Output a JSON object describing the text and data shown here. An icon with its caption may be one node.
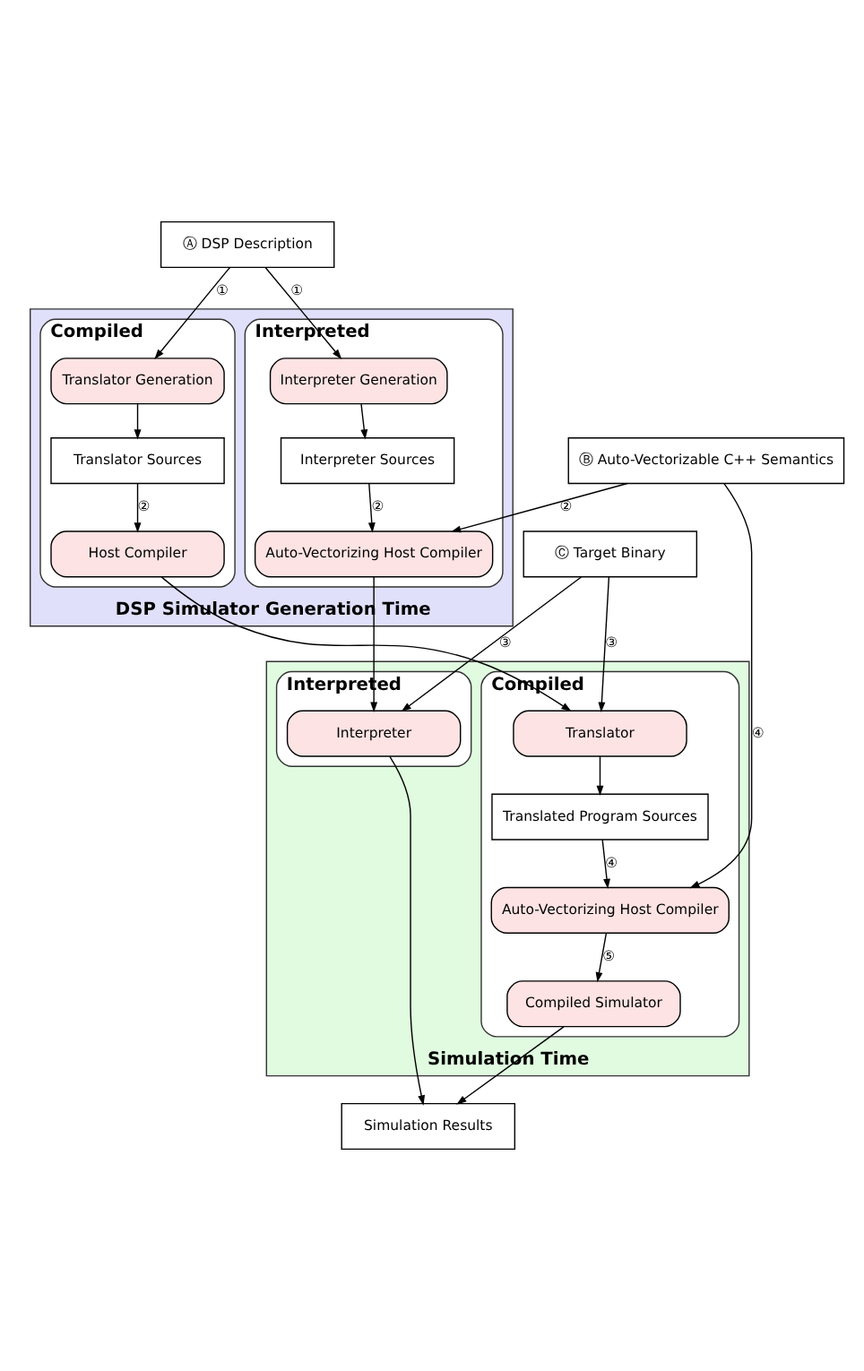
{
  "diagram": {
    "nodes": [
      {
        "text": [
          "Ⓑ Auto-Vectorizable C++ Semantics"
        ]
      },
      {
        "text": [
          "Ⓐ DSP Description"
        ]
      },
      {
        "text": [
          "DSP Simulator Generation Time"
        ]
      },
      {
        "text": [
          "Compiled"
        ],
        "in": 2
      },
      {
        "text": [
          "Translator Generation"
        ],
        "in": 3
      },
      {
        "text": [
          "Translator Sources"
        ],
        "in": 3
      },
      {
        "text": [
          "Host Compiler"
        ],
        "in": 3
      },
      {
        "text": [
          "Interpreted"
        ],
        "in": 2
      },
      {
        "text": [
          "Interpreter Generation"
        ],
        "in": 7
      },
      {
        "text": [
          "Interpreter Sources"
        ],
        "in": 7
      },
      {
        "text": [
          "Auto-Vectorizing Host Compiler"
        ],
        "in": 7
      },
      {
        "text": [
          "Ⓒ Target Binary"
        ]
      },
      {
        "text": [
          "Simulation Time"
        ]
      },
      {
        "text": [
          "Compiled"
        ],
        "in": 12
      },
      {
        "text": [
          "Translator"
        ],
        "in": 13
      },
      {
        "text": [
          "Translated Program Sources"
        ],
        "in": 13
      },
      {
        "text": [
          "Auto-Vectorizing Host Compiler"
        ],
        "in": 13
      },
      {
        "text": [
          "Compiled Simulator"
        ],
        "in": 13
      },
      {
        "text": [
          "Interpreted"
        ],
        "in": 12
      },
      {
        "text": [
          "Interpreter"
        ],
        "in": 18
      },
      {
        "text": [
          "Simulation Results"
        ]
      }
    ],
    "edges": [
      {
        "from": 1,
        "to": 4,
        "arrow": "to",
        "label": "①"
      },
      {
        "from": 1,
        "to": 8,
        "arrow": "to",
        "label": "①"
      },
      {
        "from": 4,
        "to": 5,
        "arrow": "to"
      },
      {
        "from": 5,
        "to": 6,
        "arrow": "to",
        "label": "②"
      },
      {
        "from": 0,
        "to": 10,
        "arrow": "to",
        "label": "②"
      },
      {
        "from": 8,
        "to": 9,
        "arrow": "to"
      },
      {
        "from": 9,
        "to": 10,
        "arrow": "to",
        "label": "②"
      },
      {
        "from": 6,
        "to": 14,
        "arrow": "to"
      },
      {
        "from": 10,
        "to": 19,
        "arrow": "to"
      },
      {
        "from": 11,
        "to": 14,
        "arrow": "to",
        "label": "③"
      },
      {
        "from": 11,
        "to": 19,
        "arrow": "to",
        "label": "③"
      },
      {
        "from": 14,
        "to": 15,
        "arrow": "to"
      },
      {
        "from": 15,
        "to": 16,
        "arrow": "to",
        "label": "④"
      },
      {
        "from": 0,
        "to": 16,
        "arrow": "to",
        "label": "④"
      },
      {
        "from": 16,
        "to": 17,
        "arrow": "to",
        "label": "⑤"
      },
      {
        "from": 17,
        "to": 20,
        "arrow": "to"
      },
      {
        "from": 19,
        "to": 20,
        "arrow": "to"
      }
    ]
  }
}
